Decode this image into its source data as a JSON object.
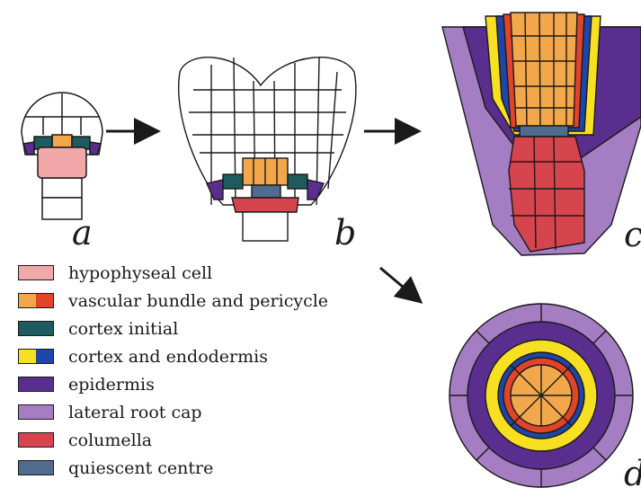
{
  "panels": {
    "a": "a",
    "b": "b",
    "c": "c",
    "d": "d"
  },
  "legend": [
    {
      "label": "hypophyseal cell",
      "colors": [
        "#f2a7a9"
      ]
    },
    {
      "label": "vascular bundle and pericycle",
      "colors": [
        "#f2a84a",
        "#e0442a"
      ]
    },
    {
      "label": "cortex initial",
      "colors": [
        "#1e5b5e"
      ]
    },
    {
      "label": "cortex and endodermis",
      "colors": [
        "#f7e022",
        "#1f45a6"
      ]
    },
    {
      "label": "epidermis",
      "colors": [
        "#5a2e8e"
      ]
    },
    {
      "label": "lateral root cap",
      "colors": [
        "#a57dc2"
      ]
    },
    {
      "label": "columella",
      "colors": [
        "#d6444e"
      ]
    },
    {
      "label": "quiescent centre",
      "colors": [
        "#4f6b8e"
      ]
    }
  ],
  "colors": {
    "hypophyseal": "#f2a7a9",
    "vascular": "#f2a84a",
    "pericycle": "#e0442a",
    "cortex_initial": "#1e5b5e",
    "cortex": "#f7e022",
    "endodermis": "#1f45a6",
    "epidermis": "#5a2e8e",
    "lateral_root_cap": "#a57dc2",
    "columella": "#d6444e",
    "quiescent_centre": "#4f6b8e",
    "outline": "#1a1a1a"
  }
}
